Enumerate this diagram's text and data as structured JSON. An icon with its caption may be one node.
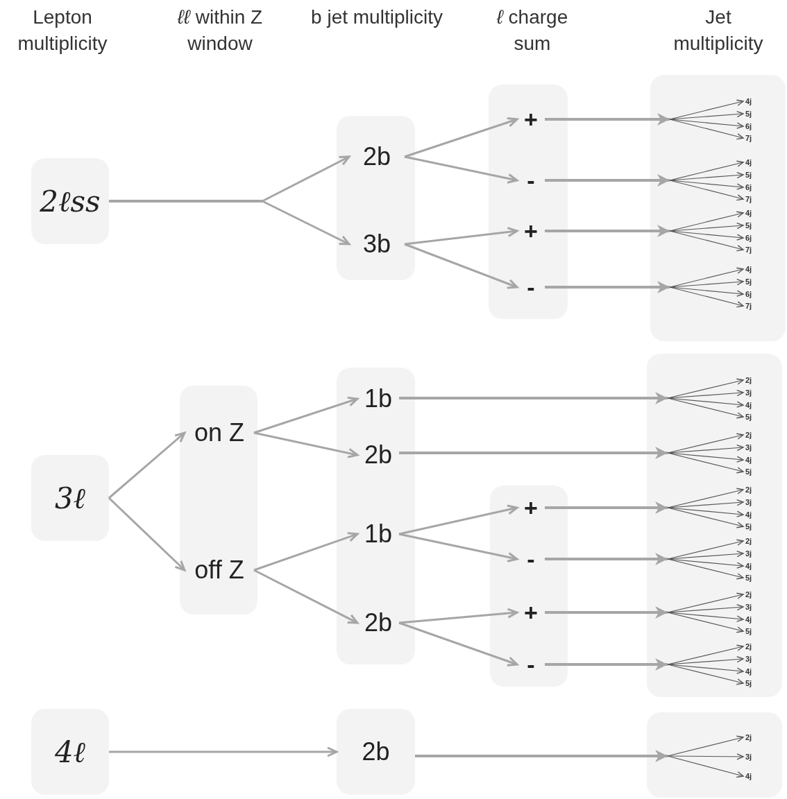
{
  "diagram": {
    "nodes": [
      {
        "text": [
          "2ℓss"
        ]
      },
      {
        "text": [],
        "shape": "box"
      },
      {
        "text": [
          "2b"
        ],
        "in": 1
      },
      {
        "text": [
          "3b"
        ],
        "in": 1
      },
      {
        "text": [],
        "shape": "box"
      },
      {
        "text": [
          "+"
        ],
        "in": 4
      },
      {
        "text": [
          "-"
        ],
        "in": 4
      },
      {
        "text": [
          "+"
        ],
        "in": 4
      },
      {
        "text": [
          "-"
        ],
        "in": 4
      },
      {
        "text": [],
        "shape": "box"
      },
      {
        "text": [
          "4j"
        ],
        "in": 9
      },
      {
        "text": [
          "5j"
        ],
        "in": 9
      },
      {
        "text": [
          "6j"
        ],
        "in": 9
      },
      {
        "text": [
          "7j"
        ],
        "in": 9
      },
      {
        "text": [
          "4j"
        ],
        "in": 9
      },
      {
        "text": [
          "5j"
        ],
        "in": 9
      },
      {
        "text": [
          "6j"
        ],
        "in": 9
      },
      {
        "text": [
          "7j"
        ],
        "in": 9
      },
      {
        "text": [
          "4j"
        ],
        "in": 9
      },
      {
        "text": [
          "5j"
        ],
        "in": 9
      },
      {
        "text": [
          "6j"
        ],
        "in": 9
      },
      {
        "text": [
          "7j"
        ],
        "in": 9
      },
      {
        "text": [
          "4j"
        ],
        "in": 9
      },
      {
        "text": [
          "5j"
        ],
        "in": 9
      },
      {
        "text": [
          "6j"
        ],
        "in": 9
      },
      {
        "text": [
          "7j"
        ],
        "in": 9
      },
      {
        "text": [
          "3ℓ"
        ]
      },
      {
        "text": [],
        "shape": "box"
      },
      {
        "text": [
          "on Z"
        ],
        "in": 27
      },
      {
        "text": [
          "off Z"
        ],
        "in": 27
      },
      {
        "text": [],
        "shape": "box"
      },
      {
        "text": [
          "1b"
        ],
        "in": 30
      },
      {
        "text": [
          "2b"
        ],
        "in": 30
      },
      {
        "text": [
          "1b"
        ],
        "in": 30
      },
      {
        "text": [
          "2b"
        ],
        "in": 30
      },
      {
        "text": [],
        "shape": "box"
      },
      {
        "text": [
          "+"
        ],
        "in": 35
      },
      {
        "text": [
          "-"
        ],
        "in": 35
      },
      {
        "text": [
          "+"
        ],
        "in": 35
      },
      {
        "text": [
          "-"
        ],
        "in": 35
      },
      {
        "text": [],
        "shape": "box"
      },
      {
        "text": [
          "2j"
        ],
        "in": 40
      },
      {
        "text": [
          "3j"
        ],
        "in": 40
      },
      {
        "text": [
          "4j"
        ],
        "in": 40
      },
      {
        "text": [
          "5j"
        ],
        "in": 40
      },
      {
        "text": [
          "2j"
        ],
        "in": 40
      },
      {
        "text": [
          "3j"
        ],
        "in": 40
      },
      {
        "text": [
          "4j"
        ],
        "in": 40
      },
      {
        "text": [
          "5j"
        ],
        "in": 40
      },
      {
        "text": [
          "2j"
        ],
        "in": 40
      },
      {
        "text": [
          "3j"
        ],
        "in": 40
      },
      {
        "text": [
          "4j"
        ],
        "in": 40
      },
      {
        "text": [
          "5j"
        ],
        "in": 40
      },
      {
        "text": [
          "2j"
        ],
        "in": 40
      },
      {
        "text": [
          "3j"
        ],
        "in": 40
      },
      {
        "text": [
          "4j"
        ],
        "in": 40
      },
      {
        "text": [
          "5j"
        ],
        "in": 40
      },
      {
        "text": [
          "2j"
        ],
        "in": 40
      },
      {
        "text": [
          "3j"
        ],
        "in": 40
      },
      {
        "text": [
          "4j"
        ],
        "in": 40
      },
      {
        "text": [
          "5j"
        ],
        "in": 40
      },
      {
        "text": [
          "2j"
        ],
        "in": 40
      },
      {
        "text": [
          "3j"
        ],
        "in": 40
      },
      {
        "text": [
          "4j"
        ],
        "in": 40
      },
      {
        "text": [
          "5j"
        ],
        "in": 40
      },
      {
        "text": [
          "4ℓ"
        ]
      },
      {
        "text": [
          "2b"
        ]
      },
      {
        "text": [],
        "shape": "box"
      },
      {
        "text": [
          "2j"
        ],
        "in": 67
      },
      {
        "text": [
          "3j"
        ],
        "in": 67
      },
      {
        "text": [
          "4j"
        ],
        "in": 67
      }
    ],
    "edges": [
      {
        "from": 0,
        "to": 2,
        "arrow": "to",
        "color": "#a6a6a6"
      },
      {
        "from": 0,
        "to": 3,
        "arrow": "to",
        "color": "#a6a6a6"
      },
      {
        "from": 2,
        "to": 5,
        "arrow": "to",
        "color": "#a6a6a6"
      },
      {
        "from": 2,
        "to": 6,
        "arrow": "to",
        "color": "#a6a6a6"
      },
      {
        "from": 3,
        "to": 7,
        "arrow": "to",
        "color": "#a6a6a6"
      },
      {
        "from": 3,
        "to": 8,
        "arrow": "to",
        "color": "#a6a6a6"
      },
      {
        "from": 5,
        "to": 10,
        "arrow": "to"
      },
      {
        "from": 5,
        "to": 11,
        "arrow": "to"
      },
      {
        "from": 5,
        "to": 12,
        "arrow": "to"
      },
      {
        "from": 5,
        "to": 13,
        "arrow": "to"
      },
      {
        "from": 6,
        "to": 14,
        "arrow": "to"
      },
      {
        "from": 6,
        "to": 15,
        "arrow": "to"
      },
      {
        "from": 6,
        "to": 16,
        "arrow": "to"
      },
      {
        "from": 6,
        "to": 17,
        "arrow": "to"
      },
      {
        "from": 7,
        "to": 18,
        "arrow": "to"
      },
      {
        "from": 7,
        "to": 19,
        "arrow": "to"
      },
      {
        "from": 7,
        "to": 20,
        "arrow": "to"
      },
      {
        "from": 7,
        "to": 21,
        "arrow": "to"
      },
      {
        "from": 8,
        "to": 22,
        "arrow": "to"
      },
      {
        "from": 8,
        "to": 23,
        "arrow": "to"
      },
      {
        "from": 8,
        "to": 24,
        "arrow": "to"
      },
      {
        "from": 8,
        "to": 25,
        "arrow": "to"
      },
      {
        "from": 26,
        "to": 28,
        "arrow": "to",
        "color": "#a6a6a6"
      },
      {
        "from": 26,
        "to": 29,
        "arrow": "to",
        "color": "#a6a6a6"
      },
      {
        "from": 28,
        "to": 31,
        "arrow": "to",
        "color": "#a6a6a6"
      },
      {
        "from": 28,
        "to": 32,
        "arrow": "to",
        "color": "#a6a6a6"
      },
      {
        "from": 29,
        "to": 33,
        "arrow": "to",
        "color": "#a6a6a6"
      },
      {
        "from": 29,
        "to": 34,
        "arrow": "to",
        "color": "#a6a6a6"
      },
      {
        "from": 33,
        "to": 36,
        "arrow": "to",
        "color": "#a6a6a6"
      },
      {
        "from": 33,
        "to": 37,
        "arrow": "to",
        "color": "#a6a6a6"
      },
      {
        "from": 34,
        "to": 38,
        "arrow": "to",
        "color": "#a6a6a6"
      },
      {
        "from": 34,
        "to": 39,
        "arrow": "to",
        "color": "#a6a6a6"
      },
      {
        "from": 31,
        "to": 41,
        "arrow": "to"
      },
      {
        "from": 31,
        "to": 42,
        "arrow": "to"
      },
      {
        "from": 31,
        "to": 43,
        "arrow": "to"
      },
      {
        "from": 31,
        "to": 44,
        "arrow": "to"
      },
      {
        "from": 32,
        "to": 45,
        "arrow": "to"
      },
      {
        "from": 32,
        "to": 46,
        "arrow": "to"
      },
      {
        "from": 32,
        "to": 47,
        "arrow": "to"
      },
      {
        "from": 32,
        "to": 48,
        "arrow": "to"
      },
      {
        "from": 36,
        "to": 49,
        "arrow": "to"
      },
      {
        "from": 36,
        "to": 50,
        "arrow": "to"
      },
      {
        "from": 36,
        "to": 51,
        "arrow": "to"
      },
      {
        "from": 36,
        "to": 52,
        "arrow": "to"
      },
      {
        "from": 37,
        "to": 53,
        "arrow": "to"
      },
      {
        "from": 37,
        "to": 54,
        "arrow": "to"
      },
      {
        "from": 37,
        "to": 55,
        "arrow": "to"
      },
      {
        "from": 37,
        "to": 56,
        "arrow": "to"
      },
      {
        "from": 38,
        "to": 57,
        "arrow": "to"
      },
      {
        "from": 38,
        "to": 58,
        "arrow": "to"
      },
      {
        "from": 38,
        "to": 59,
        "arrow": "to"
      },
      {
        "from": 38,
        "to": 60,
        "arrow": "to"
      },
      {
        "from": 39,
        "to": 61,
        "arrow": "to"
      },
      {
        "from": 39,
        "to": 62,
        "arrow": "to"
      },
      {
        "from": 39,
        "to": 63,
        "arrow": "to"
      },
      {
        "from": 39,
        "to": 64,
        "arrow": "to"
      },
      {
        "from": 65,
        "to": 66,
        "arrow": "to",
        "color": "#a6a6a6"
      },
      {
        "from": 66,
        "to": 68,
        "arrow": "to"
      },
      {
        "from": 66,
        "to": 69,
        "arrow": "to"
      },
      {
        "from": 66,
        "to": 70,
        "arrow": "to"
      }
    ],
    "labels": [
      "Lepton multiplicity",
      "*ℓℓ* within Z window",
      "b jet multiplicity",
      "*ℓ* charge sum",
      "Jet multiplicity"
    ]
  }
}
